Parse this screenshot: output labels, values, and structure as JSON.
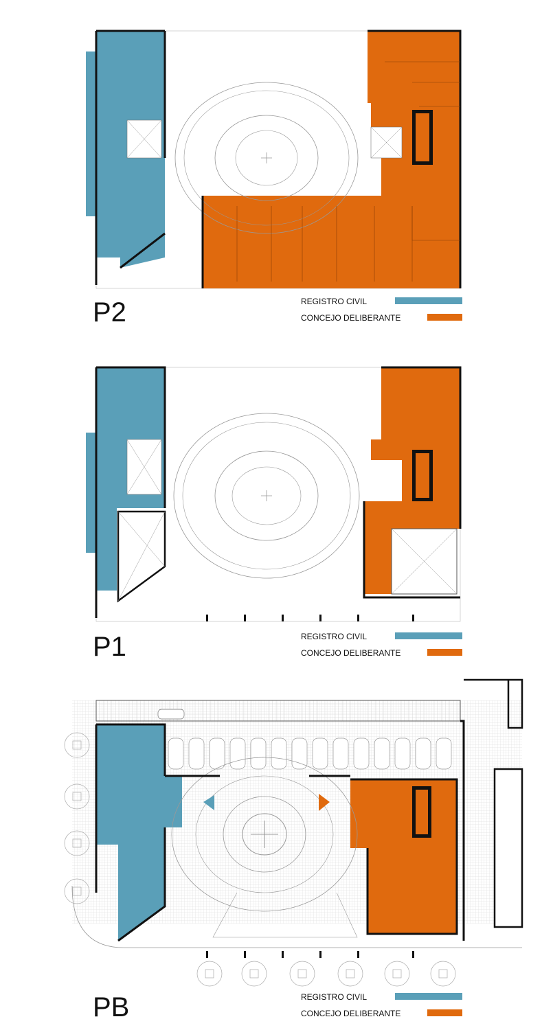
{
  "colors": {
    "registro": "#5a9fb8",
    "concejo": "#e06a0e",
    "wall": "#111111",
    "line": "#9a9a9a",
    "hatch": "#c9c9c9"
  },
  "floors": [
    {
      "level": "P2",
      "legend": [
        {
          "label": "REGISTRO CIVIL"
        },
        {
          "label": "CONCEJO DELIBERANTE"
        }
      ]
    },
    {
      "level": "P1",
      "legend": [
        {
          "label": "REGISTRO CIVIL"
        },
        {
          "label": "CONCEJO DELIBERANTE"
        }
      ]
    },
    {
      "level": "PB",
      "legend": [
        {
          "label": "REGISTRO CIVIL"
        },
        {
          "label": "CONCEJO DELIBERANTE"
        }
      ]
    }
  ]
}
